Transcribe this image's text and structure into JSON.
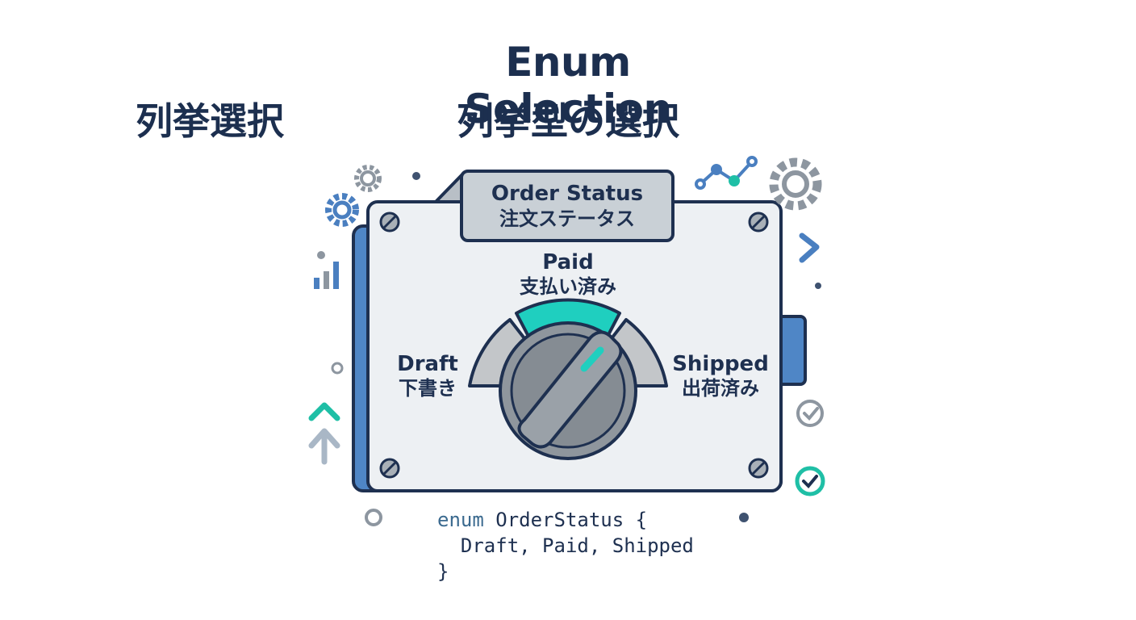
{
  "header": {
    "title_en": "Enum Selection",
    "title_ja": "列挙型の選択",
    "side_title": "列挙選択"
  },
  "panel": {
    "tag_en": "Order Status",
    "tag_ja": "注文ステータス"
  },
  "options": [
    {
      "en": "Draft",
      "ja": "下書き",
      "selected": false
    },
    {
      "en": "Paid",
      "ja": "支払い済み",
      "selected": true
    },
    {
      "en": "Shipped",
      "ja": "出荷済み",
      "selected": false
    }
  ],
  "code": {
    "keyword": "enum",
    "type_name": " OrderStatus {",
    "members": "  Draft, Paid, Shipped",
    "closing": "}"
  },
  "colors": {
    "selected_segment": "#1fcfbf",
    "unselected_segment": "#c3c6c9",
    "panel_face": "#edf0f3",
    "panel_back": "#4f86c6",
    "outline": "#1e3050",
    "knob": "#8f969d",
    "accent_blue": "#4a7fc0",
    "accent_teal": "#1fbfa6"
  },
  "icons": [
    "gear-icon",
    "bar-chart-icon",
    "line-chart-icon",
    "chevron-right-icon",
    "chevron-up-icon",
    "arrow-up-icon",
    "check-circle-icon"
  ]
}
